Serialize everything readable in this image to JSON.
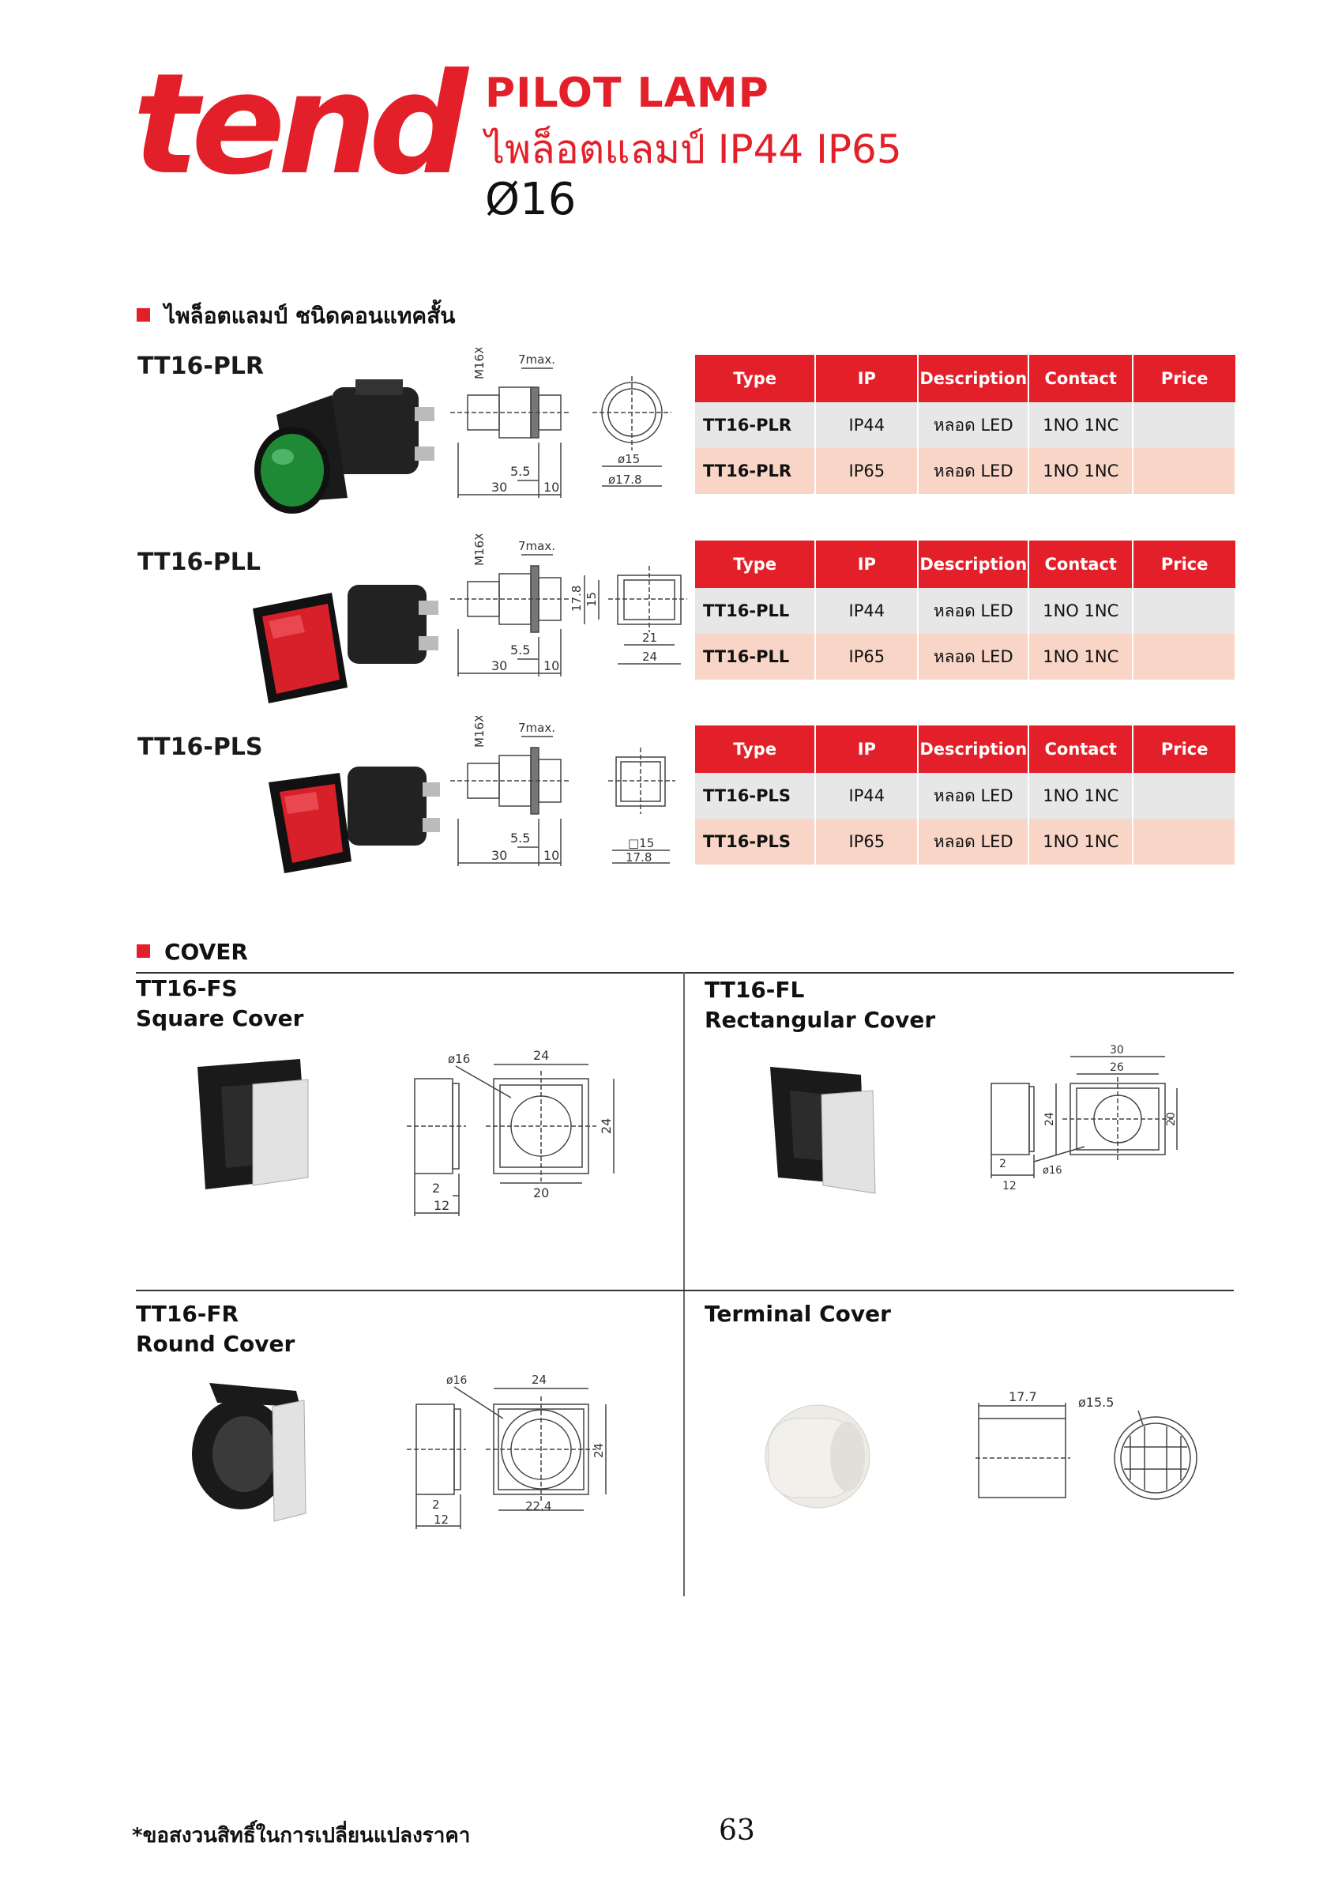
{
  "header": {
    "brand": "tend",
    "title": "PILOT LAMP",
    "subtitle": "ไพล็อตแลมป์ IP44 IP65",
    "diameter": "Ø16"
  },
  "section_lamps": {
    "title": "ไพล็อตแลมป์ ชนิดคอนแทคสั้น"
  },
  "table_headers": [
    "Type",
    "IP",
    "Description",
    "Contact",
    "Price"
  ],
  "lamps": [
    {
      "model": "TT16-PLR",
      "lens_color": "#1f8a35",
      "dims": {
        "thread": "M16X1",
        "max": "7max.",
        "a": "5.5",
        "b": "30",
        "c": "10",
        "d": "ø15",
        "e": "ø17.8"
      },
      "rows": [
        {
          "type": "TT16-PLR",
          "ip": "IP44",
          "description": "หลอด LED",
          "contact": "1NO 1NC",
          "price": ""
        },
        {
          "type": "TT16-PLR",
          "ip": "IP65",
          "description": "หลอด LED",
          "contact": "1NO 1NC",
          "price": ""
        }
      ]
    },
    {
      "model": "TT16-PLL",
      "lens_color": "#d8202a",
      "dims": {
        "thread": "M16X1",
        "max": "7max.",
        "a": "5.5",
        "b": "30",
        "c": "10",
        "h1": "17.8",
        "h2": "15",
        "w1": "21",
        "w2": "24"
      },
      "rows": [
        {
          "type": "TT16-PLL",
          "ip": "IP44",
          "description": "หลอด LED",
          "contact": "1NO 1NC",
          "price": ""
        },
        {
          "type": "TT16-PLL",
          "ip": "IP65",
          "description": "หลอด LED",
          "contact": "1NO 1NC",
          "price": ""
        }
      ]
    },
    {
      "model": "TT16-PLS",
      "lens_color": "#d8202a",
      "dims": {
        "thread": "M16X1",
        "max": "7max.",
        "a": "5.5",
        "b": "30",
        "c": "10",
        "d": "□15",
        "e": "17.8"
      },
      "rows": [
        {
          "type": "TT16-PLS",
          "ip": "IP44",
          "description": "หลอด LED",
          "contact": "1NO 1NC",
          "price": ""
        },
        {
          "type": "TT16-PLS",
          "ip": "IP65",
          "description": "หลอด LED",
          "contact": "1NO 1NC",
          "price": ""
        }
      ]
    }
  ],
  "section_cover": {
    "title": "COVER"
  },
  "covers": {
    "fs": {
      "code": "TT16-FS",
      "name": "Square Cover",
      "dims": {
        "d": "ø16",
        "top": "24",
        "side": "24",
        "bottom": "20",
        "a": "2",
        "b": "12"
      }
    },
    "fl": {
      "code": "TT16-FL",
      "name": "Rectangular Cover",
      "dims": {
        "top1": "30",
        "top2": "26",
        "h1": "24",
        "h2": "20",
        "a": "2",
        "b": "12",
        "d": "ø16"
      }
    },
    "fr": {
      "code": "TT16-FR",
      "name": "Round Cover",
      "dims": {
        "d": "ø16",
        "top": "24",
        "side": "24",
        "bottom": "22.4",
        "a": "2",
        "b": "12"
      }
    },
    "terminal": {
      "name": "Terminal Cover",
      "dims": {
        "len": "17.7",
        "dia": "ø15.5"
      }
    }
  },
  "footer": {
    "note": "*ขอสงวนสิทธิ์ในการเปลี่ยนแปลงราคา",
    "page": "63"
  }
}
